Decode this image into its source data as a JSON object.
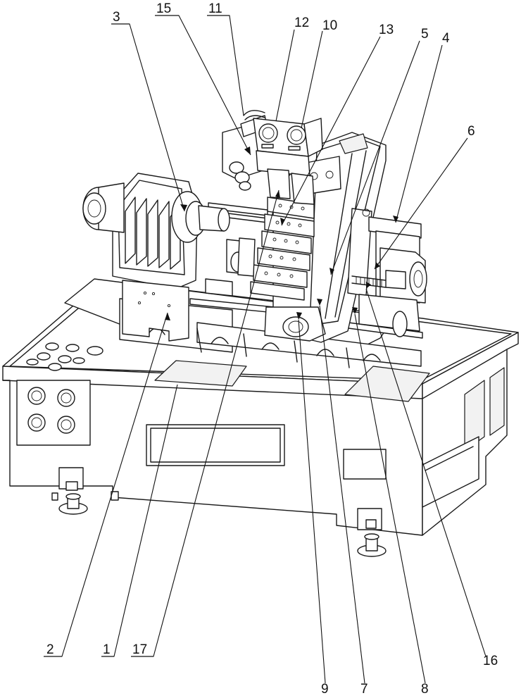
{
  "labels": {
    "l1": "1",
    "l2": "2",
    "l3": "3",
    "l4": "4",
    "l5": "5",
    "l6": "6",
    "l7": "7",
    "l8": "8",
    "l9": "9",
    "l10": "10",
    "l11": "11",
    "l12": "12",
    "l13": "13",
    "l15": "15",
    "l16": "16",
    "l17": "17"
  }
}
